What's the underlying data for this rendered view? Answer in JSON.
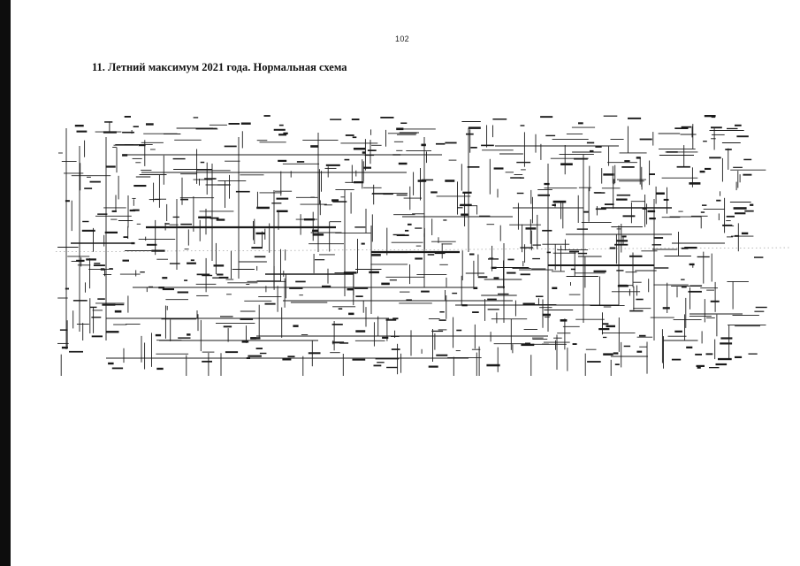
{
  "page": {
    "number": "102",
    "title": "11. Летний максимум 2021 года. Нормальная схема"
  },
  "diagram": {
    "kind": "power-network-schematic",
    "line_color": "#1a1a1a"
  },
  "colors": {
    "scan_edge": "#0d0d0d",
    "background": "#ffffff"
  }
}
